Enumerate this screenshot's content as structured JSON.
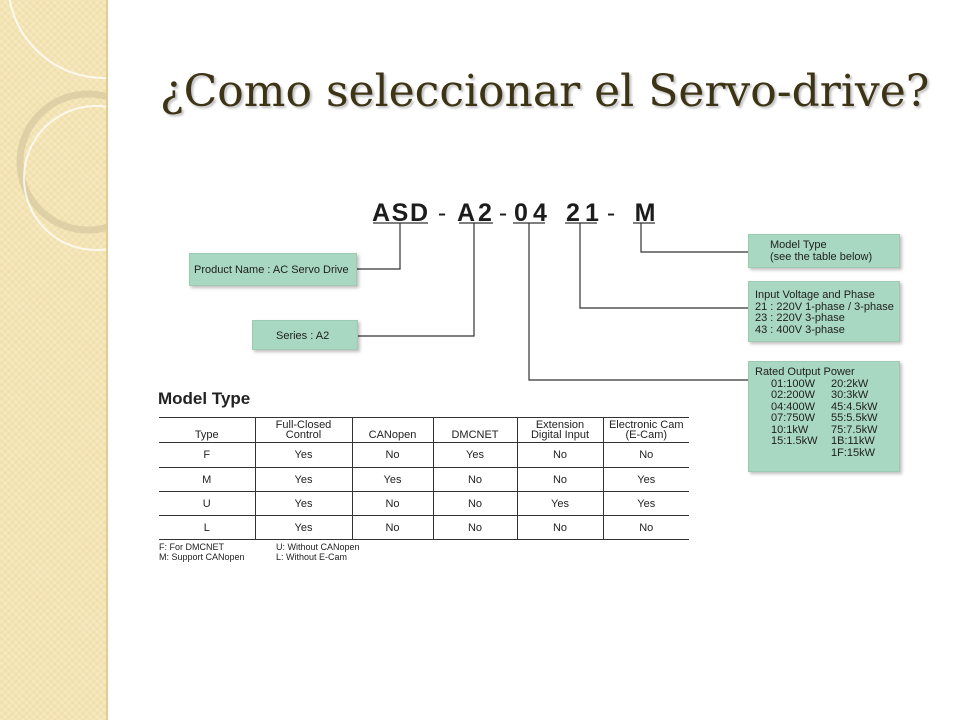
{
  "title": "¿Como seleccionar el Servo-drive?",
  "code_chars": [
    "A",
    "S",
    "D",
    "-",
    "A",
    "2",
    "-",
    "0",
    "4",
    "2",
    "1",
    "-",
    "M"
  ],
  "callouts": {
    "product_name": "Product Name : AC Servo Drive",
    "series": "Series : A2",
    "model_type": [
      "Model Type",
      "(see the table below)"
    ],
    "input_voltage": {
      "heading": "Input Voltage and Phase",
      "lines": [
        "21 : 220V 1-phase / 3-phase",
        "23 : 220V 3-phase",
        "43 : 400V 3-phase"
      ]
    },
    "rated_power": {
      "heading": "Rated Output Power",
      "left": [
        "01:100W",
        "02:200W",
        "04:400W",
        "07:750W",
        "10:1kW",
        "15:1.5kW"
      ],
      "right": [
        "20:2kW",
        "30:3kW",
        "45:4.5kW",
        "55:5.5kW",
        "75:7.5kW",
        "1B:11kW",
        "1F:15kW"
      ]
    }
  },
  "model_type_table": {
    "heading": "Model Type",
    "columns": [
      [
        "Type"
      ],
      [
        "Full-Closed",
        "Control"
      ],
      [
        "CANopen"
      ],
      [
        "DMCNET"
      ],
      [
        "Extension",
        "Digital Input"
      ],
      [
        "Electronic Cam",
        "(E-Cam)"
      ]
    ],
    "rows": [
      [
        "F",
        "Yes",
        "No",
        "Yes",
        "No",
        "No"
      ],
      [
        "M",
        "Yes",
        "Yes",
        "No",
        "No",
        "Yes"
      ],
      [
        "U",
        "Yes",
        "No",
        "No",
        "Yes",
        "Yes"
      ],
      [
        "L",
        "Yes",
        "No",
        "No",
        "No",
        "No"
      ]
    ]
  },
  "legend": [
    "F: For DMCNET",
    "U: Without CANopen",
    "M: Support CANopen",
    "L: Without E-Cam"
  ],
  "colors": {
    "callout_fill": "#a8d8c1",
    "side_band": "#f4e4b4",
    "title": "#3d3416"
  }
}
